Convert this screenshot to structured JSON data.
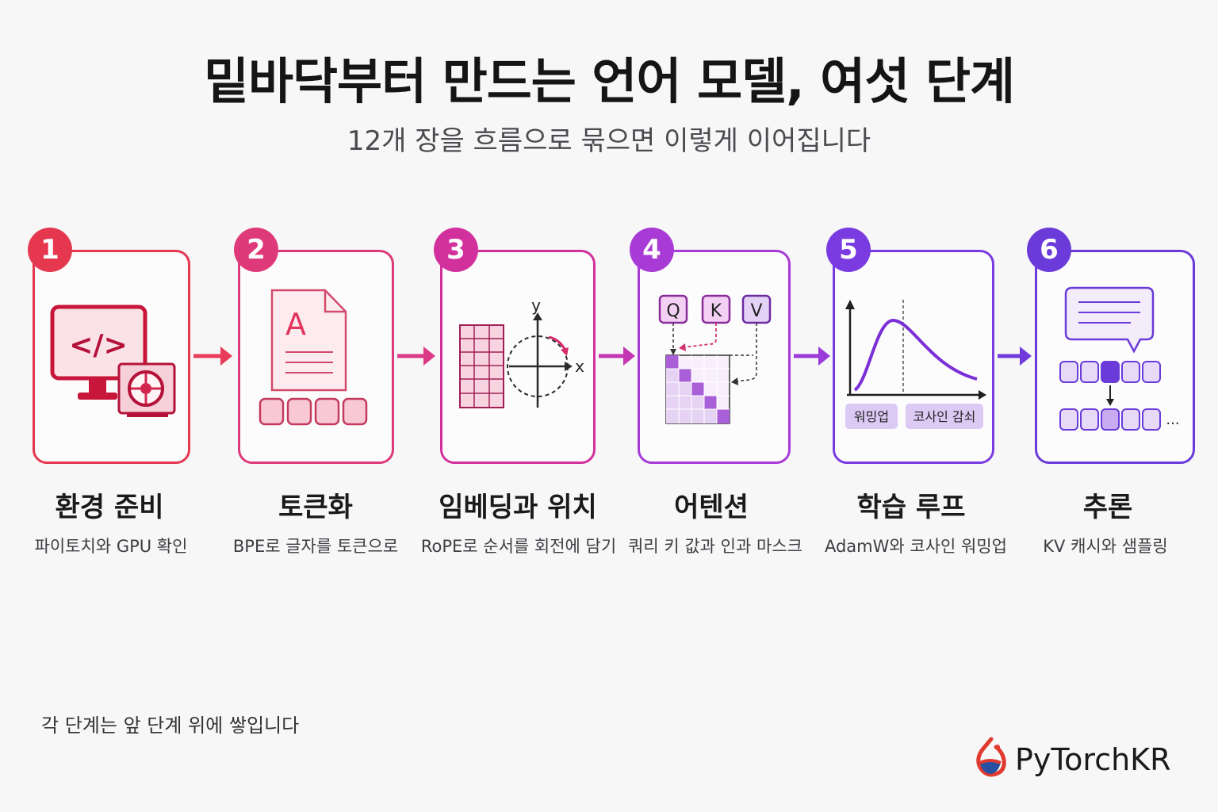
{
  "title": "밑바닥부터 만드는 언어 모델, 여섯 단계",
  "subtitle": "12개 장을 흐름으로 묶으면 이렇게 이어집니다",
  "steps": [
    {
      "number": "1",
      "title": "환경 준비",
      "desc": "파이토치와 GPU 확인",
      "color": "#e5384f"
    },
    {
      "number": "2",
      "title": "토큰화",
      "desc": "BPE로 글자를 토큰으로",
      "color": "#de3a7a"
    },
    {
      "number": "3",
      "title": "임베딩과 위치",
      "desc": "RoPE로 순서를 회전에 담기",
      "color": "#d2309c"
    },
    {
      "number": "4",
      "title": "어텐션",
      "desc": "쿼리 키 값과 인과 마스크",
      "color": "#a83ad6"
    },
    {
      "number": "5",
      "title": "학습 루프",
      "desc": "AdamW와 코사인 워밍업",
      "color": "#7a3be0"
    },
    {
      "number": "6",
      "title": "추론",
      "desc": "KV 캐시와 샘플링",
      "color": "#6a3bd8"
    }
  ],
  "icons": {
    "step1": "code-monitor-gpu-icon",
    "step2": "document-tokens-icon",
    "step3": "embedding-grid-rotation-icon",
    "step4": "attention-mask-icon",
    "step5": "learning-rate-schedule-icon",
    "step6": "chat-token-generation-icon"
  },
  "figure_labels": {
    "doc_letter": "A",
    "axis_y": "y",
    "axis_x": "x",
    "q": "Q",
    "k": "K",
    "v": "V",
    "warmup": "워밍업",
    "cosine": "코사인 감쇠",
    "ellipsis": "..."
  },
  "footnote": "각 단계는 앞 단계 위에 쌓입니다",
  "brand": "PyTorchKR"
}
